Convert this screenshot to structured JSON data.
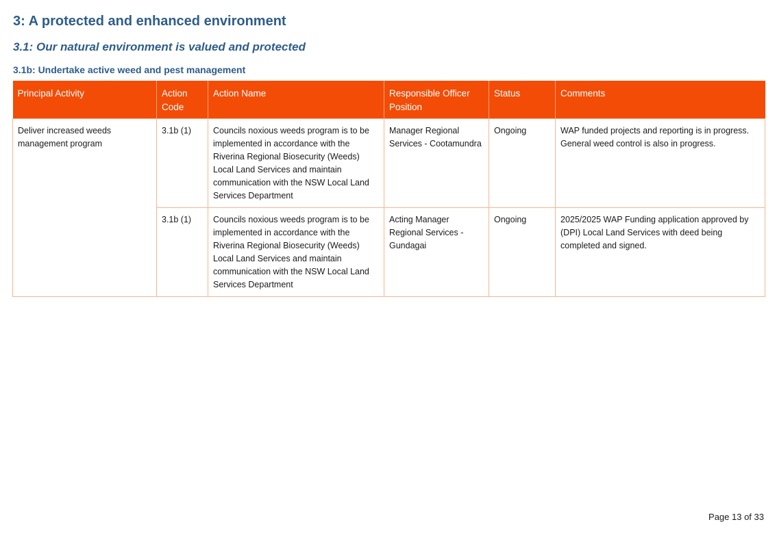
{
  "section": {
    "title": "3: A protected and enhanced environment",
    "subtitle": "3.1: Our natural environment is valued and protected",
    "subsection": "3.1b: Undertake active weed and pest management"
  },
  "table": {
    "headers": {
      "principal_activity": "Principal Activity",
      "action_code": "Action Code",
      "action_name": "Action Name",
      "responsible_officer": "Responsible Officer Position",
      "status": "Status",
      "comments": "Comments"
    },
    "principal_activity": "Deliver increased weeds management program",
    "rows": [
      {
        "action_code": "3.1b (1)",
        "action_name": "Councils noxious weeds program is to be implemented in accordance with the Riverina Regional Biosecurity (Weeds) Local Land Services and maintain communication with the NSW Local Land Services Department",
        "responsible_officer": "Manager Regional Services - Cootamundra",
        "status": "Ongoing",
        "comments": "WAP funded projects and reporting is in progress. General weed control is also in progress."
      },
      {
        "action_code": "3.1b (1)",
        "action_name": "Councils noxious weeds program is to be implemented in accordance with the Riverina Regional Biosecurity (Weeds) Local Land Services and maintain communication with the NSW Local Land Services Department",
        "responsible_officer": "Acting Manager Regional Services - Gundagai",
        "status": "Ongoing",
        "comments": "2025/2025 WAP Funding application approved by (DPI) Local Land Services with deed being completed and signed."
      }
    ]
  },
  "footer": {
    "page_label": "Page 13 of 33"
  }
}
